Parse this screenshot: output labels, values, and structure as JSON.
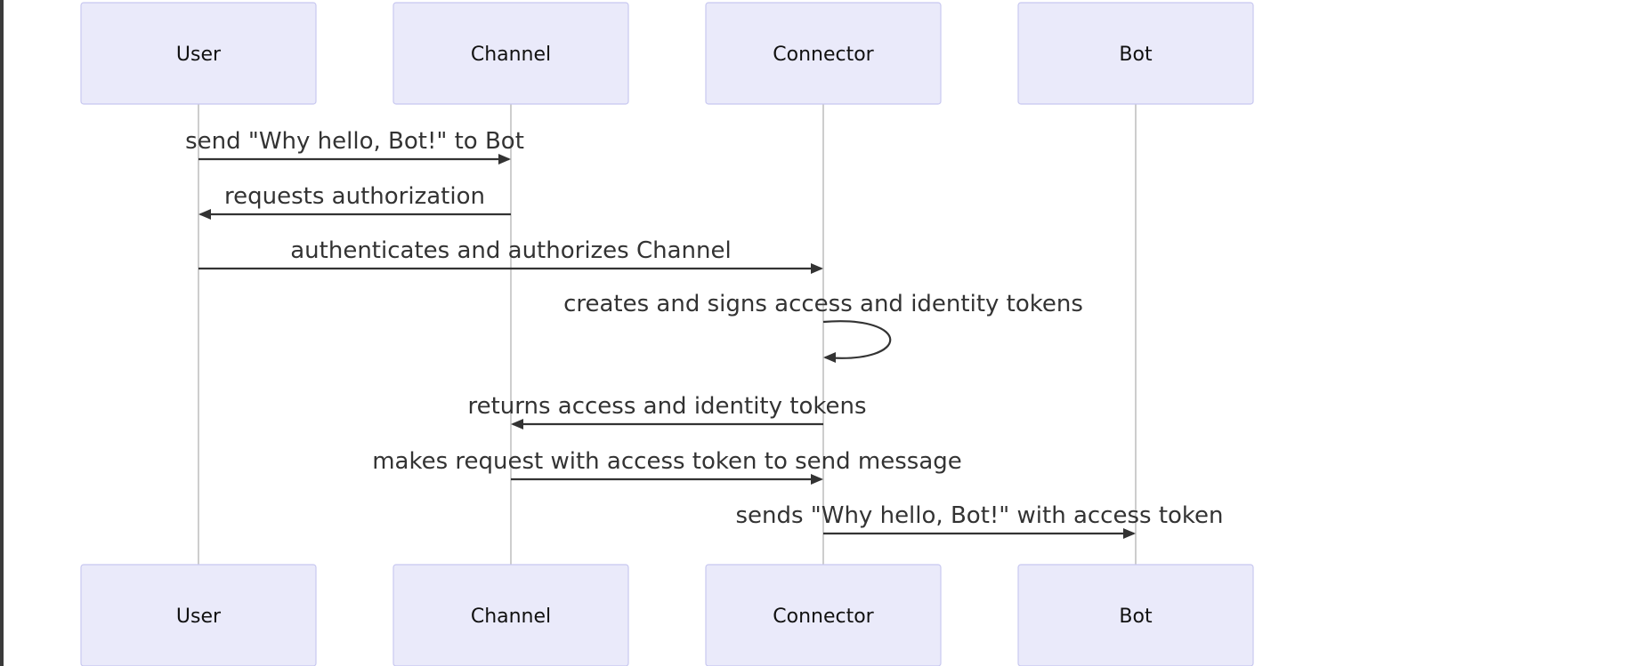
{
  "participants": [
    {
      "id": "user",
      "label": "User"
    },
    {
      "id": "channel",
      "label": "Channel"
    },
    {
      "id": "connector",
      "label": "Connector"
    },
    {
      "id": "bot",
      "label": "Bot"
    }
  ],
  "messages": [
    {
      "from": "user",
      "to": "channel",
      "label": "send \"Why hello, Bot!\" to Bot"
    },
    {
      "from": "channel",
      "to": "user",
      "label": "requests authorization"
    },
    {
      "from": "user",
      "to": "connector",
      "label": "authenticates and authorizes Channel"
    },
    {
      "from": "connector",
      "to": "connector",
      "label": "creates and signs access and identity tokens"
    },
    {
      "from": "connector",
      "to": "channel",
      "label": "returns access and identity tokens"
    },
    {
      "from": "channel",
      "to": "connector",
      "label": "makes request with access token to send message"
    },
    {
      "from": "connector",
      "to": "bot",
      "label": "sends \"Why hello, Bot!\" with access token"
    }
  ],
  "colors": {
    "actor_fill": "#eaeafa",
    "actor_stroke": "#c8c8f0",
    "lifeline": "#b8b8b8",
    "message": "#333333"
  }
}
